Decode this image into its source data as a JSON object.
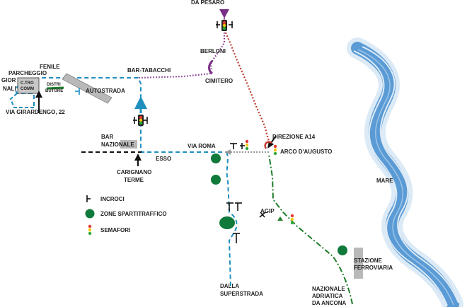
{
  "colors": {
    "sea": "#5b9bd5",
    "sea_light": "#dbeaf6",
    "route_cyan": "#1f8fbf",
    "route_purple": "#7a2f86",
    "route_red": "#c0392b",
    "route_green": "#1e7d2a",
    "route_gray": "#9a9a9a",
    "route_black": "#111111",
    "roundabout": "#0f7a3a",
    "box_gray": "#b9b9b9"
  },
  "places": {
    "da_pesaro": "DA PESARO",
    "berloni": "BERLONI",
    "cimitero": "CIMITERO",
    "bar_tabacchi": "BAR-TABACCHI",
    "fenile": "FENILE",
    "parcheggio": "PARCHEGGIO",
    "gior": "GIOR",
    "nali": "NALI",
    "ctro_comm_1": "C.TRO",
    "ctro_comm_2": "COMM",
    "distri_1": "DISTRI",
    "distri_2": "BUTORE",
    "autostrada": "AUTOSTRADA",
    "via_girardengo": "VIA GIRARDENGO, 22",
    "bar_nazionale_1": "BAR",
    "bar_nazionale_2": "NAZIONALE",
    "via_roma": "VIA ROMA",
    "esso": "ESSO",
    "carignano_1": "CARIGNANO",
    "carignano_2": "TERME",
    "direzione_a14": "DIREZIONE A14",
    "arco_augusto": "ARCO D'AUGUSTO",
    "agip": "AGIP",
    "mare": "MARE",
    "stazione_1": "STAZIONE",
    "stazione_2": "FERROVIARIA",
    "dalla_1": "DALLA",
    "dalla_2": "SUPERSTRADA",
    "nazionale_1": "NAZIONALE",
    "nazionale_2": "ADRIATICA",
    "nazionale_3": "DA ANCONA"
  },
  "legend": {
    "incroci": "INCROCI",
    "zone": "ZONE SPARTITRAFFICO",
    "semafori": "SEMAFORI"
  }
}
